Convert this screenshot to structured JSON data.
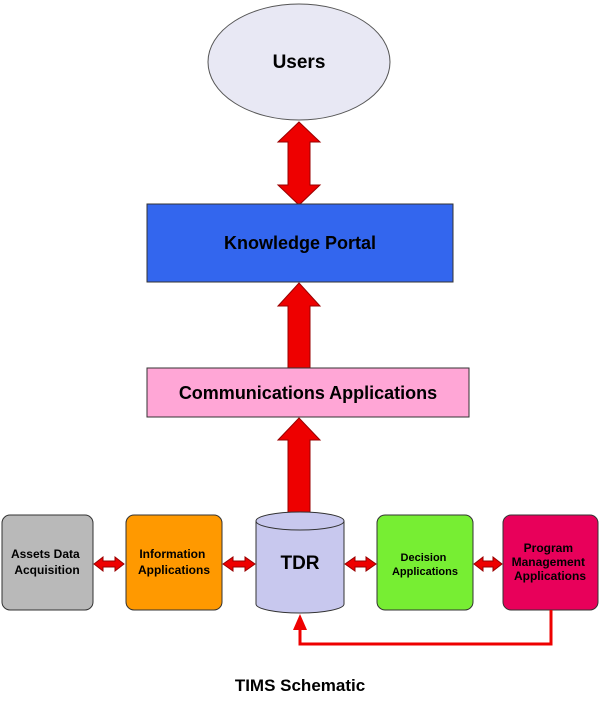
{
  "nodes": {
    "users": {
      "label": "Users",
      "fill": "#e8e8f4"
    },
    "knowledge_portal": {
      "label": "Knowledge Portal",
      "fill": "#3366ee"
    },
    "communications": {
      "label": "Communications Applications",
      "fill": "#ffa6d6"
    },
    "tdr": {
      "label": "TDR",
      "fill": "#c8c8ee"
    },
    "assets": {
      "lines": [
        "Assets Data",
        "Acquisition"
      ],
      "fill": "#b9b9b9"
    },
    "information": {
      "lines": [
        "Information",
        "Applications"
      ],
      "fill": "#ff9900"
    },
    "decision": {
      "lines": [
        "Decision",
        "Applications"
      ],
      "fill": "#77ee33"
    },
    "program": {
      "lines": [
        "Program",
        "Management",
        "Applications"
      ],
      "fill": "#e8005a"
    }
  },
  "arrow_color": "#ee0000",
  "caption": "TIMS Schematic"
}
